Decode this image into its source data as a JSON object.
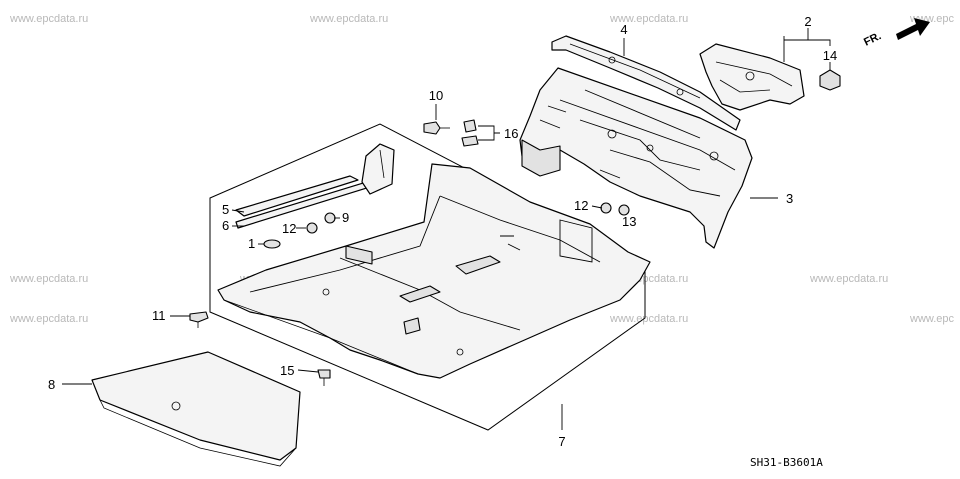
{
  "watermark": "www.epcdata.ru",
  "watermark_partial": "www.epc",
  "direction_label": "FR.",
  "diagram_code": "SH31-B3601A",
  "callouts": {
    "c1": "1",
    "c2": "2",
    "c3": "3",
    "c4": "4",
    "c5": "5",
    "c6": "6",
    "c7": "7",
    "c8": "8",
    "c9": "9",
    "c10": "10",
    "c11": "11",
    "c12a": "12",
    "c12b": "12",
    "c13": "13",
    "c14": "14",
    "c15": "15",
    "c16": "16"
  }
}
